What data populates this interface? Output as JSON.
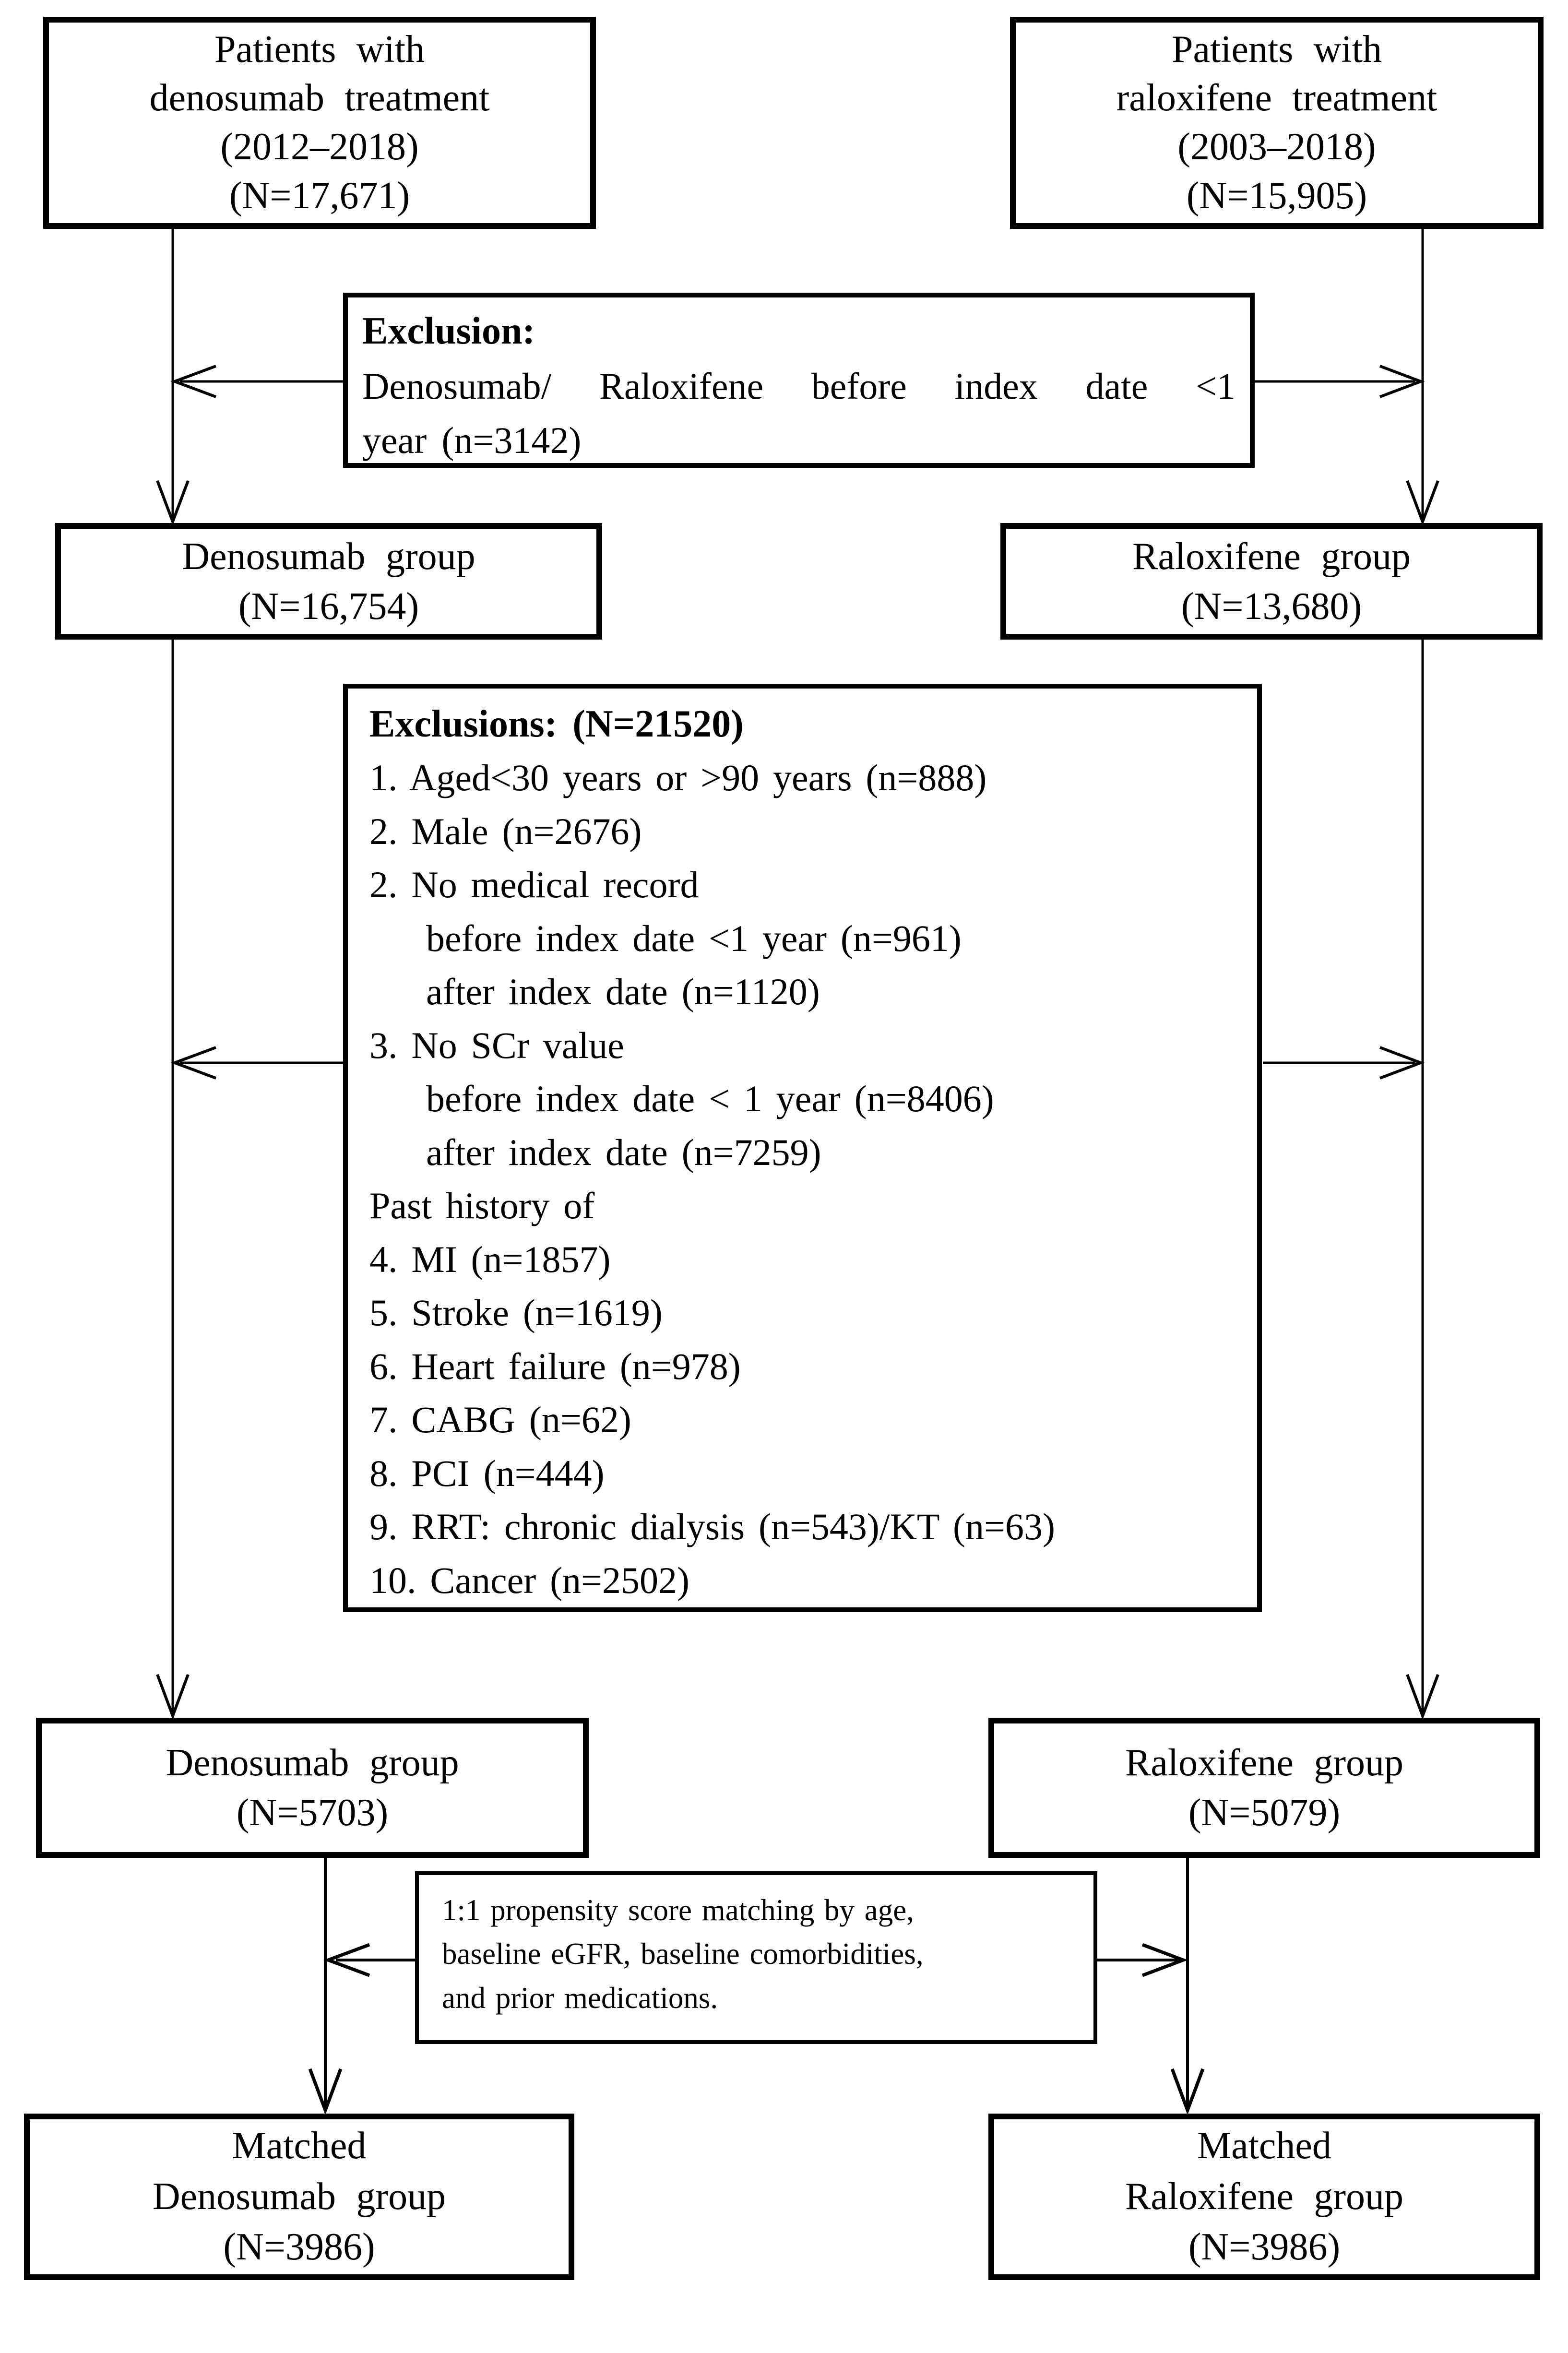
{
  "colors": {
    "background": "#ffffff",
    "line": "#000000",
    "text": "#000000"
  },
  "boxes": {
    "denosumab_initial": {
      "lines": [
        "Patients with",
        "denosumab treatment",
        "(2012–2018)",
        "(N=17,671)"
      ]
    },
    "raloxifene_initial": {
      "lines": [
        "Patients with",
        "raloxifene treatment",
        "(2003–2018)",
        "(N=15,905)"
      ]
    },
    "exclusion_first": {
      "heading": "Exclusion:",
      "body": [
        "Denosumab/ Raloxifene before index date <1",
        "year (n=3142)"
      ]
    },
    "denosumab_group_1": {
      "lines": [
        "Denosumab group",
        "(N=16,754)"
      ]
    },
    "raloxifene_group_1": {
      "lines": [
        "Raloxifene group",
        "(N=13,680)"
      ]
    },
    "exclusions_second": {
      "heading": "Exclusions: (N=21520)",
      "items": [
        "1. Aged<30 years or >90 years (n=888)",
        "2. Male (n=2676)",
        "2. No medical record",
        "before index date <1 year (n=961)",
        "after index date (n=1120)",
        "3. No SCr value",
        "before index date < 1 year (n=8406)",
        "after index date (n=7259)",
        "Past history of",
        "4. MI (n=1857)",
        "5. Stroke (n=1619)",
        "6. Heart failure (n=978)",
        "7. CABG (n=62)",
        "8. PCI (n=444)",
        "9. RRT: chronic dialysis (n=543)/KT (n=63)",
        "10. Cancer (n=2502)"
      ]
    },
    "denosumab_group_2": {
      "lines": [
        "Denosumab group",
        "(N=5703)"
      ]
    },
    "raloxifene_group_2": {
      "lines": [
        "Raloxifene group",
        "(N=5079)"
      ]
    },
    "matching": {
      "lines": [
        "1:1 propensity score matching by age,",
        "baseline eGFR, baseline comorbidities,",
        "and prior medications."
      ]
    },
    "matched_denosumab": {
      "lines": [
        "Matched",
        "Denosumab group",
        "(N=3986)"
      ]
    },
    "matched_raloxifene": {
      "lines": [
        "Matched",
        "Raloxifene group",
        "(N=3986)"
      ]
    }
  }
}
